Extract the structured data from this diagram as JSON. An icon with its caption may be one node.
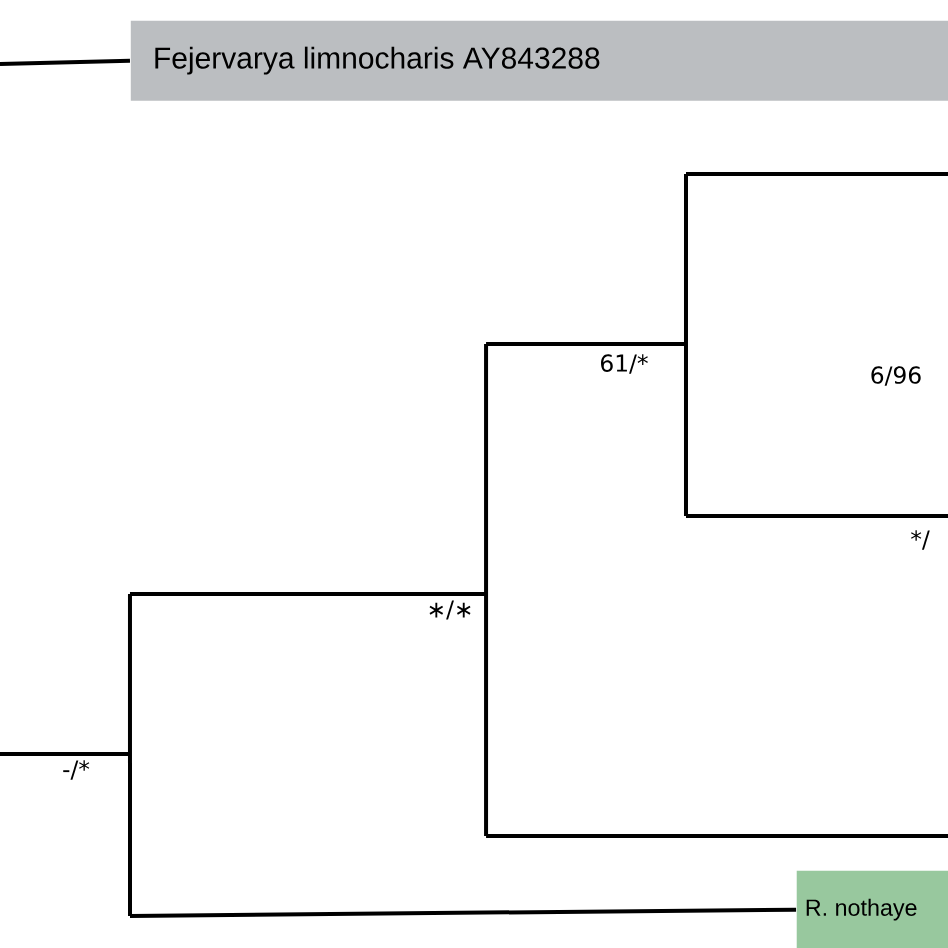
{
  "diagram": {
    "nodes": [
      {
        "text": [
          "Fejervarya limnocharis AY843288"
        ]
      },
      {
        "text": [
          "R. nothaye"
        ]
      }
    ],
    "edges": [
      {
        "from": null,
        "to": 0,
        "arrow": "none"
      },
      {
        "from": null,
        "to": 1,
        "arrow": "none"
      }
    ],
    "labels": [
      "61/*",
      "6/96",
      "*/",
      "∗/∗",
      "-/*"
    ]
  }
}
